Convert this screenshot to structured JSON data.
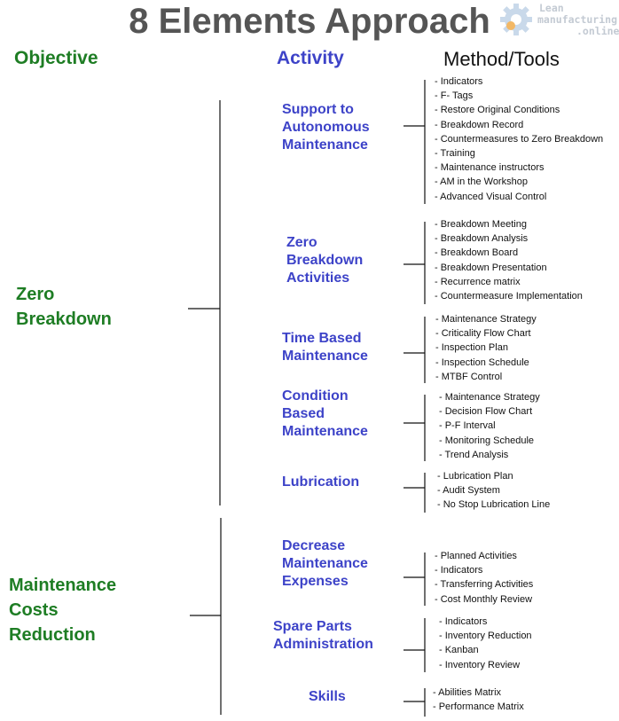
{
  "title": "8 Elements Approach",
  "logo": {
    "line1": "Lean",
    "line2": "manufacturing",
    "line3": ".online"
  },
  "headers": {
    "objective": "Objective",
    "activity": "Activity",
    "method": "Method/Tools"
  },
  "objectives": [
    {
      "label": "Zero\nBreakdown"
    },
    {
      "label": "Maintenance\nCosts\nReduction"
    }
  ],
  "activities": [
    {
      "label": "Support to\nAutonomous\nMaintenance",
      "tools": [
        "- Indicators",
        "- F- Tags",
        "- Restore Original Conditions",
        "- Breakdown Record",
        "- Countermeasures to Zero Breakdown",
        "- Training",
        "- Maintenance instructors",
        "- AM in the Workshop",
        "- Advanced Visual Control"
      ]
    },
    {
      "label": "Zero\nBreakdown\nActivities",
      "tools": [
        "- Breakdown Meeting",
        "- Breakdown Analysis",
        "- Breakdown Board",
        "- Breakdown Presentation",
        "- Recurrence matrix",
        "- Countermeasure Implementation"
      ]
    },
    {
      "label": "Time  Based\nMaintenance",
      "tools": [
        "- Maintenance Strategy",
        "- Criticality Flow Chart",
        "- Inspection Plan",
        "- Inspection Schedule",
        "- MTBF Control"
      ]
    },
    {
      "label": "Condition\nBased\nMaintenance",
      "tools": [
        "- Maintenance Strategy",
        "- Decision Flow Chart",
        "- P-F Interval",
        "- Monitoring Schedule",
        "- Trend Analysis"
      ]
    },
    {
      "label": "Lubrication",
      "tools": [
        "- Lubrication Plan",
        "- Audit System",
        "- No Stop Lubrication Line"
      ]
    },
    {
      "label": "Decrease\nMaintenance\nExpenses",
      "tools": [
        "- Planned Activities",
        "- Indicators",
        "- Transferring Activities",
        "- Cost Monthly Review"
      ]
    },
    {
      "label": "Spare Parts\nAdministration",
      "tools": [
        "- Indicators",
        "- Inventory Reduction",
        "- Kanban",
        "- Inventory Review"
      ]
    },
    {
      "label": "Skills",
      "tools": [
        "- Abilities Matrix",
        "- Performance Matrix"
      ]
    }
  ]
}
